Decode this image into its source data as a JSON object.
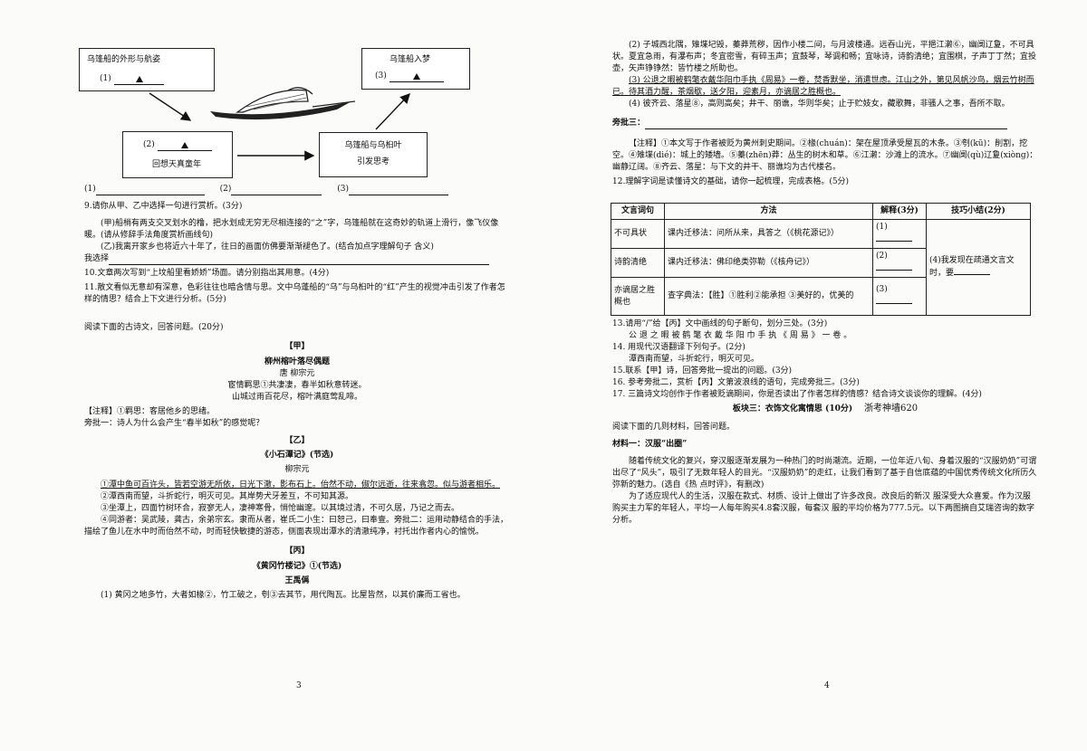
{
  "left": {
    "diagram": {
      "box1_title": "乌篷船的外形与航姿",
      "box1_num": "(1)",
      "box2_num": "(2)",
      "box2_caption": "回想天真童年",
      "box3_title": "乌篷船入梦",
      "box3_num": "(3)",
      "box4_line1": "乌篷船与乌桕叶",
      "box4_line2": "引发思考"
    },
    "answer_line": {
      "a": "(1)",
      "b": "(2)",
      "c": "(3)"
    },
    "q9": "9.请你从甲、乙中选择一句进行赏析。(3分)",
    "q9_jia": "(甲)船梢有两支交叉划水的橹，把水划成无穷无尽相连接的“之”字，乌篷船就在这奇妙的轨道上滑行，像飞仪像暖。(请从修辞手法角度赏析画线句)",
    "q9_yi": "(乙)我离开家乡也将近六十年了，往日的画面仿佛要渐渐褪色了。(结合加点字理解句子 含义)",
    "q9_choose": "我选择",
    "q10": "10.文章两次写到“上坟船里看娇娇”场面。请分别指出其用意。(4分)",
    "q11": "11.散文看似无意却有深意，色彩往往也暗含情与思。文中乌蓬船的“乌”与乌桕叶的“红”产生的视觉冲击引发了作者怎样的情思？结合上下文进行分析。(5分)",
    "reading_intro": "阅读下面的古诗文，回答问题。(20分)",
    "jia_tag": "【甲】",
    "jia_title": "柳州榕叶落尽偶题",
    "jia_author": "唐 柳宗元",
    "jia_line1": "宦情羁思①共凄凄，春半如秋意转迷。",
    "jia_line2": "山城过雨百花尽，榕叶满庭莺乱啼。",
    "jia_note": "【注释】①羁思：客居他乡的思绪。",
    "pangpi1": "旁批一：诗人为什么会产生“春半如秋”的感觉呢？",
    "yi_tag": "【乙】",
    "yi_title": "《小石潭记》(节选)",
    "yi_author": "柳宗元",
    "yi_p1": "①潭中鱼可百许头，皆若空游无所依，日光下澈，影布石上。佁然不动，俶尔远逝，往来翕忽。似与游者相乐。",
    "yi_p2": "②潭西南而望，斗折蛇行，明灭可见。其岸势犬牙差互，不可知其源。",
    "yi_p3": "③坐潭上，四面竹树环合，寂寥无人，凄神寒骨，悄怆幽邃。以其境过清，不可久居，乃记之而去。",
    "yi_p4": "④同游者：吴武陵，龚古，余弟宗玄。隶而从者，崔氏二小生：曰恕己，曰奉壹。旁批二：运用动静结合的手法，描绘了鱼儿在水中时而佁然不动，时而轻快敏捷的游态，侧面表现出潭水的清澈纯净，衬托出作者内心的愉悦。",
    "bing_tag": "【丙】",
    "bing_title": "《黄冈竹楼记》①(节选)",
    "bing_author": "王禹偁",
    "bing_p1": "(1) 黄冈之地多竹，大者如椽②，竹工破之，刳③去其节，用代陶瓦。比屋皆然，以其价廉而工省也。",
    "page_no": "3"
  },
  "right": {
    "bing_p2": "(2) 子城西北隅，雉堞圮毁，蓁莽荒秽，因作小楼二间，与月波楼通。远吞山光，平挹江濑⑥，幽阒辽夐，不可具状。夏宜急雨，有瀑布声；冬宜密雪，有碎玉声；宜鼓琴，琴调和畅；宜咏诗，诗韵清绝；宜围棋，子声丁丁然；宜投壶，矢声铮铮然：皆竹楼之所助也。",
    "bing_p3": "(3) 公退之暇被鹤氅衣戴华阳巾手执《周易》一卷，焚香默坐，消遣世虑。江山之外，第见风帆沙鸟，烟云竹树而已。待其酒力醒，茶烟歇，送夕阳，迎素月，亦谪居之胜概也。",
    "bing_p4": "(4) 彼齐云、落星⑧，高则高矣；井干、丽谯，华则华矣；止于贮妓女，藏歌舞，非骚人之事，吾所不取。",
    "pangpi3_label": "旁批三：",
    "bing_note": "【注释】①本文写于作者被贬为黄州刺史期间。②椽(chuán)：架在屋顶承受屋瓦的木条。③刳(kū)：削割，挖空。④雉堞(dié)：城上的矮墙。⑤蓁(zhēn)莽：丛生的树木和草。⑥江濑：沙滩上的流水。⑦幽阒(qù)辽夐(xiòng)：幽静辽阔。⑧齐云、落星：与下文的井干、丽谯均为古代楼名。",
    "q12": "12.理解字词是读懂诗文的基础，请你一起梳理，完成表格。(5分)",
    "table": {
      "headers": [
        "文言词句",
        "方法",
        "解释(3分)",
        "技巧小结(2分)"
      ],
      "rows": [
        {
          "word": "不可具状",
          "method": "课内迁移法：问所从来，具答之（《桃花源记》）",
          "explain": "(1)"
        },
        {
          "word": "诗韵清绝",
          "method": "课内迁移法：佛印绝类弥勒（《核舟记》）",
          "explain": "(2)"
        },
        {
          "word": "亦谪居之胜概也",
          "method": "查字典法：【胜】①胜利②能承担 ③美好的，优美的",
          "explain": "(3)"
        }
      ],
      "summary": "(4)我发现在疏通文言文时，要"
    },
    "q13": "13.请用“/”给【丙】文中画线的句子断句，划分三处。(3分)",
    "q13_sentence": "公 退 之 暇 被 鹤 氅 衣 戴 华 阳 巾 手 执 《 周 易 》 一 卷 。",
    "q14": "14. 用现代汉语翻译下列句子。(2分)",
    "q14_sentence": "潭西南而望，斗折蛇行，明灭可见。",
    "q15": "15.联系【甲】诗，回答旁批一提出的问题。(3分)",
    "q16": "16. 参考旁批二，赏析【丙】文第波浪线的语句，完成旁批三。(3分)",
    "q17": "17. 三篇诗文均创作于作者被贬谪期间，你是否读出了作者怎样的情感？结合诗文谈谈你的理解。(4分)",
    "section_title": "板块三：衣饰文化寓情思 (10分)",
    "section_stamp": "浙考神墙620",
    "section_intro": "阅读下面的几则材料，回答问题。",
    "material_title": "材料一：汉服“出圈”",
    "material_p1": "随着传统文化的复兴，穿汉服逐渐发展为一种热门的时尚潮流。近期，一位年近八旬、身着汉服的“汉服奶奶”可谓出尽了“风头”，吸引了无数年轻人的目光。“汉服奶奶”的走红，让我们看到了基于自信底蕴的中国优秀传统文化所历久弥新的魅力。(选自《热 点时评》，有删改)",
    "material_p2": "为了适应现代人的生活，汉服在款式、材质、设计上做出了许多改良。改良后的新汉 服深受大众喜爱。作为汉服购买主力军的年轻人，平均一人每年购买4.8套汉服，每套汉 服的平均价格为777.5元。以下两图摘自艾瑞咨询的数字分析。",
    "page_no": "4"
  }
}
